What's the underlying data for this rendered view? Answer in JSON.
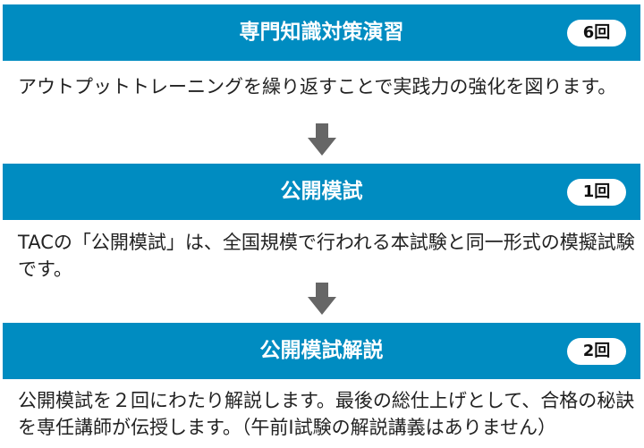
{
  "steps": [
    {
      "title": "専門知識対策演習",
      "count": "6回",
      "description": "アウトプットトレーニングを繰り返すことで実践力の強化を図ります。"
    },
    {
      "title": "公開模試",
      "count": "1回",
      "description": "TACの「公開模試」は、全国規模で行われる本試験と同一形式の模擬試験です。"
    },
    {
      "title": "公開模試解説",
      "count": "2回",
      "description": "公開模試を２回にわたり解説します。最後の総仕上げとして、合格の秘訣を専任講師が伝授します。（午前Ⅰ試験の解説講義はありません）"
    }
  ],
  "colors": {
    "banner": "#008cc1",
    "arrow": "#666666"
  }
}
